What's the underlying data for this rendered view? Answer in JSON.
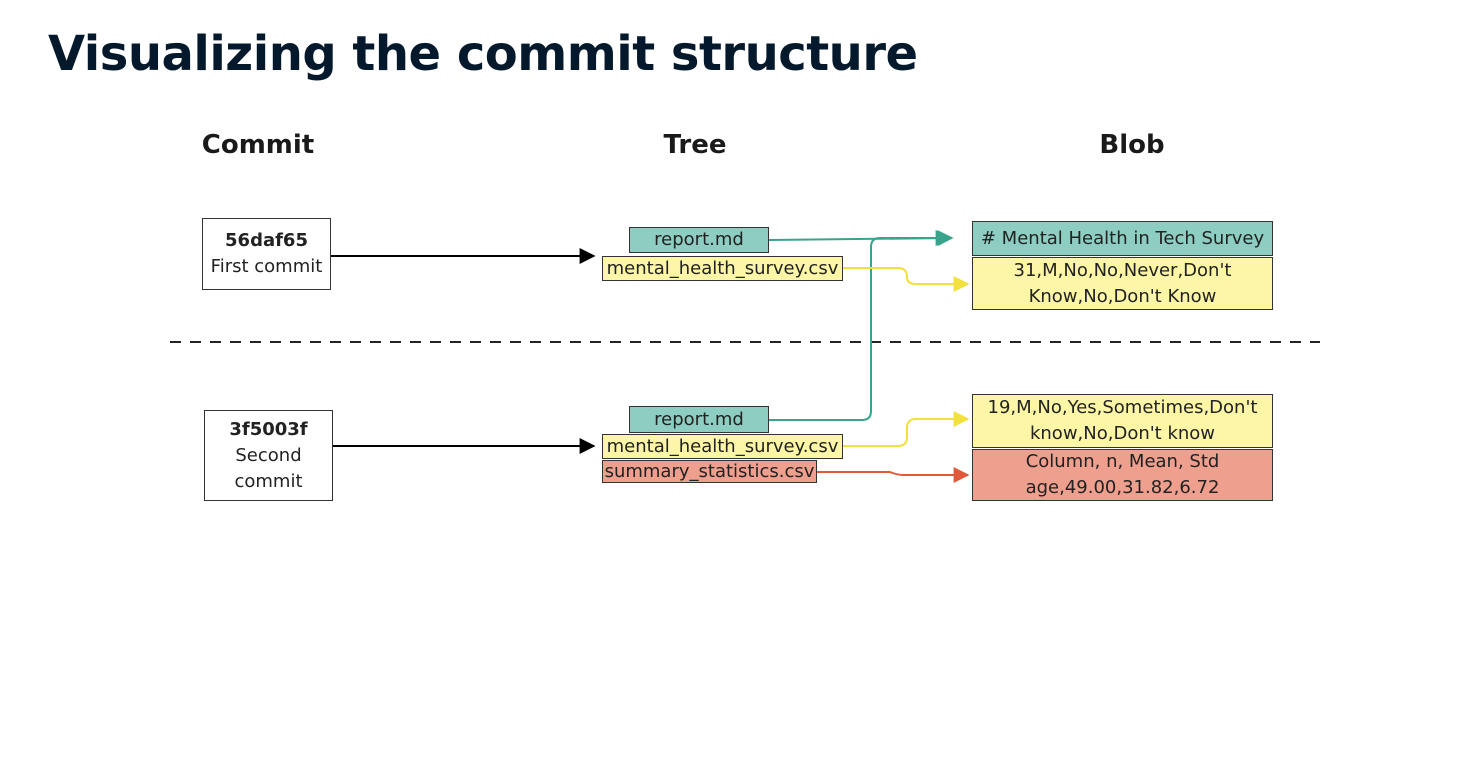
{
  "title": "Visualizing the commit structure",
  "headers": {
    "commit": "Commit",
    "tree": "Tree",
    "blob": "Blob"
  },
  "commits": [
    {
      "hash": "56daf65",
      "message": "First commit"
    },
    {
      "hash": "3f5003f",
      "message_line1": "Second",
      "message_line2": "commit"
    }
  ],
  "trees": {
    "first": [
      "report.md",
      "mental_health_survey.csv"
    ],
    "second": [
      "report.md",
      "mental_health_survey.csv",
      "summary_statistics.csv"
    ]
  },
  "blobs": {
    "report": "# Mental Health in Tech Survey",
    "survey_v1": {
      "line1": "31,M,No,No,Never,Don't",
      "line2": "Know,No,Don't Know"
    },
    "survey_v2": {
      "line1": "19,M,No,Yes,Sometimes,Don't",
      "line2": "know,No,Don't know"
    },
    "summary": {
      "line1": "Column, n, Mean, Std",
      "line2": "age,49.00,31.82,6.72"
    }
  },
  "colors": {
    "title": "#05192d",
    "teal_fill": "#8ecdc1",
    "teal_line": "#3aa38c",
    "yellow_fill": "#fcf6a6",
    "yellow_line": "#f2e03c",
    "red_fill": "#ee9f8e",
    "red_line": "#e05a3a"
  }
}
